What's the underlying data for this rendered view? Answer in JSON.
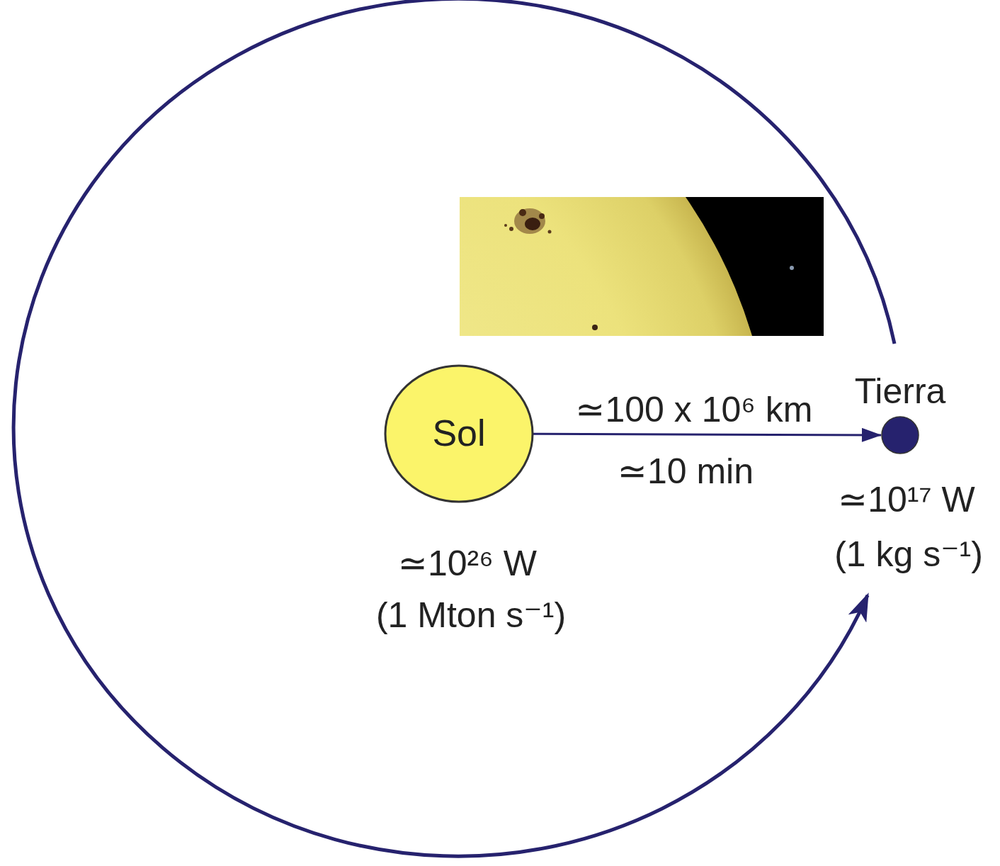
{
  "diagram": {
    "nodes": [
      {
        "text": [
          "Sol"
        ]
      },
      {
        "text": [
          "Tierra"
        ]
      }
    ],
    "edges": [
      {
        "from": 0,
        "to": 1,
        "arrow": "to",
        "label": "≃100 x 10⁶ km"
      }
    ],
    "labels": [
      "≃10 min",
      "≃10²⁶ W",
      "(1 Mton s⁻¹)",
      "≃10¹⁷ W",
      "(1 kg s⁻¹)"
    ]
  }
}
